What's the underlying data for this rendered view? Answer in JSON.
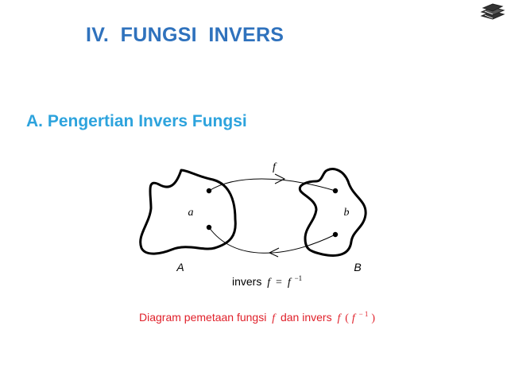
{
  "slide": {
    "title": "IV.  FUNGSI  INVERS",
    "subtitle": "A. Pengertian Invers Fungsi"
  },
  "diagram": {
    "set_a_label": "A",
    "set_b_label": "B",
    "element_a": "a",
    "element_b": "b",
    "arrow_label": "f",
    "inverse_word": "invers",
    "inverse_f": "f",
    "inverse_eq": "=",
    "inverse_rhs_f": "f",
    "inverse_exp": "−1",
    "caption_text_1": "Diagram pemetaan fungsi",
    "caption_f": "f",
    "caption_text_2": "dan invers",
    "caption_f2": "f",
    "caption_paren_open": "(",
    "caption_f3": "f",
    "caption_exp": "− 1",
    "caption_paren_close": ")"
  },
  "colors": {
    "title": "#2f72bd",
    "subtitle": "#2da3dd",
    "caption": "#e0202a",
    "stroke": "#000000"
  },
  "icons": {
    "logo": "stack-of-books-icon"
  }
}
